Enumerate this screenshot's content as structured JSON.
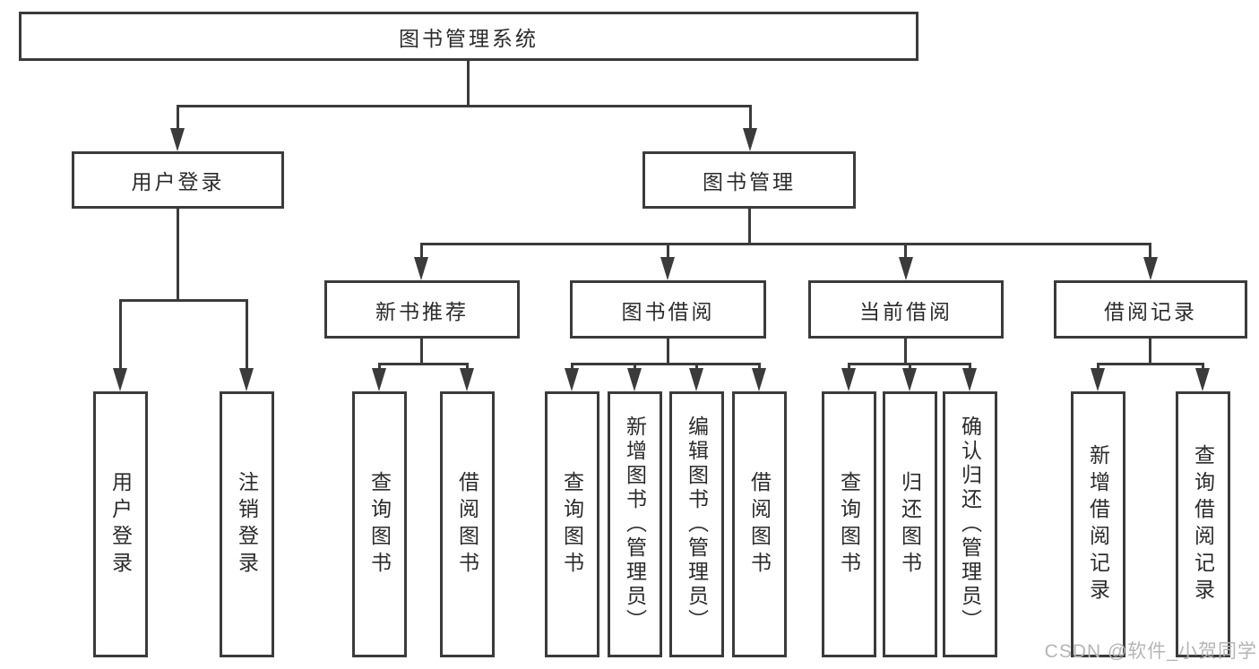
{
  "colors": {
    "line": "#3b3b3b",
    "text": "#2b2b2b",
    "watermark": "#b5b5b5",
    "background": "#ffffff"
  },
  "watermark": {
    "text": "CSDN @软件_小贺同学"
  },
  "tree": {
    "label": "图书管理系统",
    "children": [
      {
        "label": "用户登录",
        "children": [
          {
            "label": "用户登录"
          },
          {
            "label": "注销登录"
          }
        ]
      },
      {
        "label": "图书管理",
        "children": [
          {
            "label": "新书推荐",
            "children": [
              {
                "label": "查询图书"
              },
              {
                "label": "借阅图书"
              }
            ]
          },
          {
            "label": "图书借阅",
            "children": [
              {
                "label": "查询图书"
              },
              {
                "label": "新增图书（管理员）"
              },
              {
                "label": "编辑图书（管理员）"
              },
              {
                "label": "借阅图书"
              }
            ]
          },
          {
            "label": "当前借阅",
            "children": [
              {
                "label": "查询图书"
              },
              {
                "label": "归还图书"
              },
              {
                "label": "确认归还（管理员）"
              }
            ]
          },
          {
            "label": "借阅记录",
            "children": [
              {
                "label": "新增借阅记录"
              },
              {
                "label": "查询借阅记录"
              }
            ]
          }
        ]
      }
    ]
  }
}
